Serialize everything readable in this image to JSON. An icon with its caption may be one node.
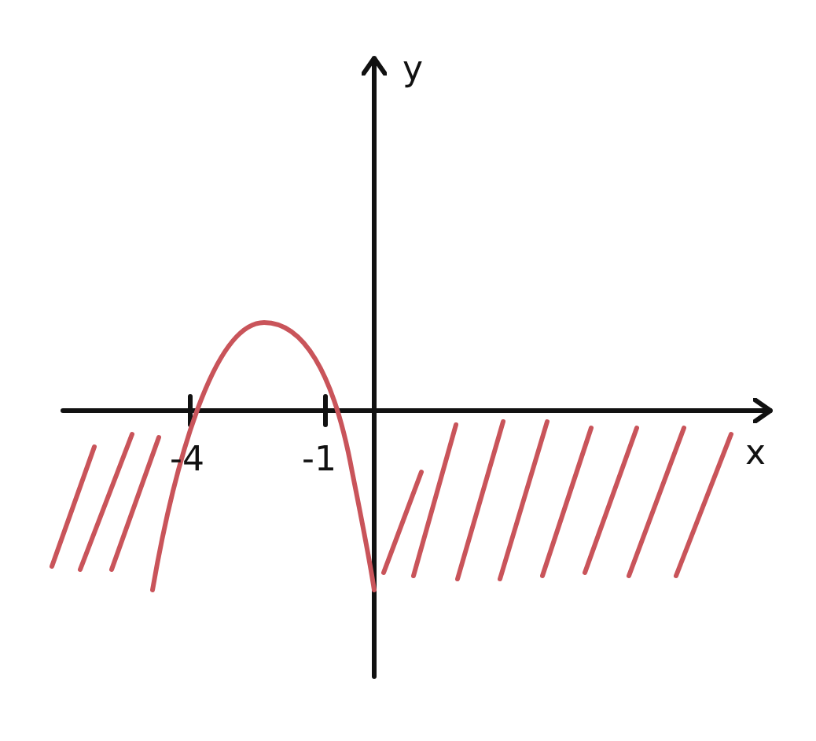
{
  "diagram": {
    "labels": [
      "y",
      "x",
      "-4",
      "-1"
    ]
  }
}
